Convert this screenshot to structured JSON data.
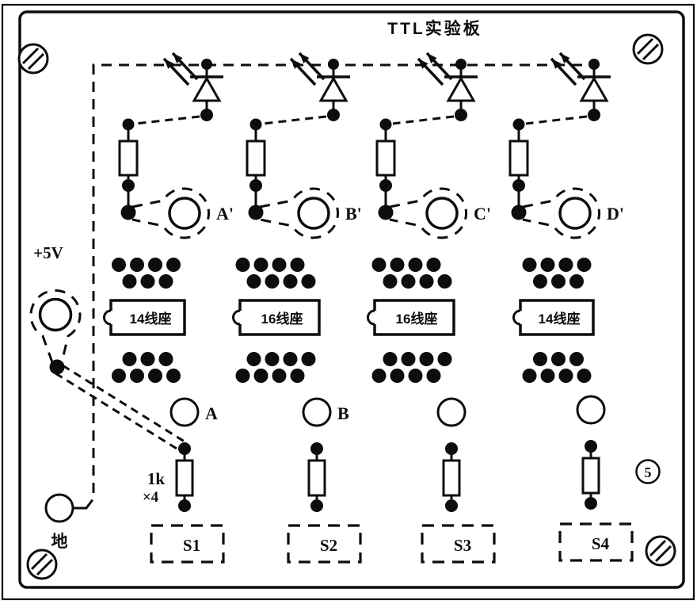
{
  "title": "TTL实验板",
  "figure_number": "5",
  "power_post": {
    "label": "+5V"
  },
  "ground_post": {
    "label": "地"
  },
  "resistor_note": {
    "value": "1k",
    "qty": "×4"
  },
  "columns": [
    {
      "output_post": "A'",
      "input_post": "A",
      "switch": "S1",
      "socket": {
        "label": "14线座",
        "pins_top": [
          {
            "n": 4,
            "shift": -2
          },
          {
            "n": 3,
            "shift": 0
          }
        ],
        "pins_bottom": [
          {
            "n": 3,
            "shift": 0
          },
          {
            "n": 4,
            "shift": -2
          }
        ]
      }
    },
    {
      "output_post": "B'",
      "input_post": "B",
      "switch": "S2",
      "socket": {
        "label": "16线座",
        "pins_top": [
          {
            "n": 4,
            "shift": -12
          },
          {
            "n": 4,
            "shift": 2
          }
        ],
        "pins_bottom": [
          {
            "n": 4,
            "shift": 2
          },
          {
            "n": 4,
            "shift": -12
          }
        ]
      }
    },
    {
      "output_post": "C'",
      "input_post": "",
      "switch": "S3",
      "socket": {
        "label": "16线座",
        "pins_top": [
          {
            "n": 4,
            "shift": -10
          },
          {
            "n": 4,
            "shift": 4
          }
        ],
        "pins_bottom": [
          {
            "n": 4,
            "shift": 4
          },
          {
            "n": 4,
            "shift": -10
          }
        ]
      }
    },
    {
      "output_post": "D'",
      "input_post": "",
      "switch": "S4",
      "socket": {
        "label": "14线座",
        "pins_top": [
          {
            "n": 4,
            "shift": 0
          },
          {
            "n": 3,
            "shift": 2
          }
        ],
        "pins_bottom": [
          {
            "n": 3,
            "shift": 2
          },
          {
            "n": 4,
            "shift": 0
          }
        ]
      }
    }
  ]
}
